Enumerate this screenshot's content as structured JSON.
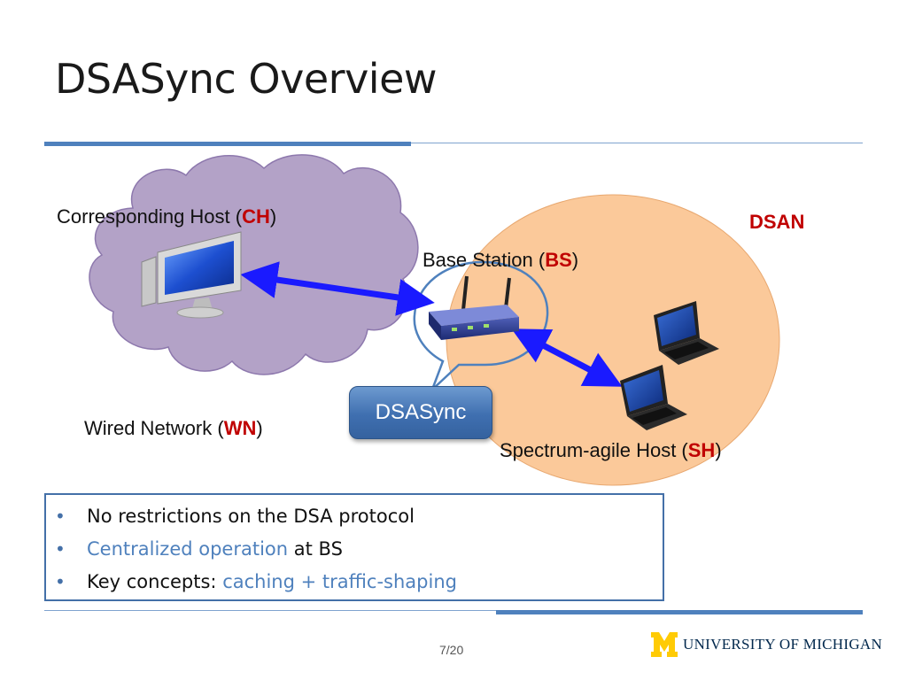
{
  "title": "DSASync Overview",
  "labels": {
    "ch_prefix": "Corresponding Host (",
    "ch_abbr": "CH",
    "ch_suffix": ")",
    "bs_prefix": "Base Station (",
    "bs_abbr": "BS",
    "bs_suffix": ")",
    "wn_prefix": "Wired Network (",
    "wn_abbr": "WN",
    "wn_suffix": ")",
    "sh_prefix": "Spectrum-agile Host (",
    "sh_abbr": "SH",
    "sh_suffix": ")",
    "dsan": "DSAN",
    "dsasync": "DSASync"
  },
  "bullets": {
    "b1": "No restrictions on the DSA protocol",
    "b2_accent": "Centralized operation",
    "b2_rest": " at BS",
    "b3_prefix": "Key concepts: ",
    "b3_accent": "caching + traffic-shaping"
  },
  "footer": {
    "page": "7/20",
    "logo_mark": "M",
    "logo_text": "UNIVERSITY OF MICHIGAN"
  },
  "colors": {
    "accent_blue": "#4f81bd",
    "highlight_red": "#c00000",
    "cloud_fill": "#b3a2c7",
    "dsan_fill": "#fbc99a",
    "arrow_blue": "#1a1aff",
    "umich_maize": "#ffcb05",
    "umich_blue": "#00274c"
  },
  "icons": [
    "desktop-computer-icon",
    "wireless-router-icon",
    "laptop-icon",
    "cloud-shape",
    "speech-bubble-shape",
    "double-arrow-icon"
  ]
}
